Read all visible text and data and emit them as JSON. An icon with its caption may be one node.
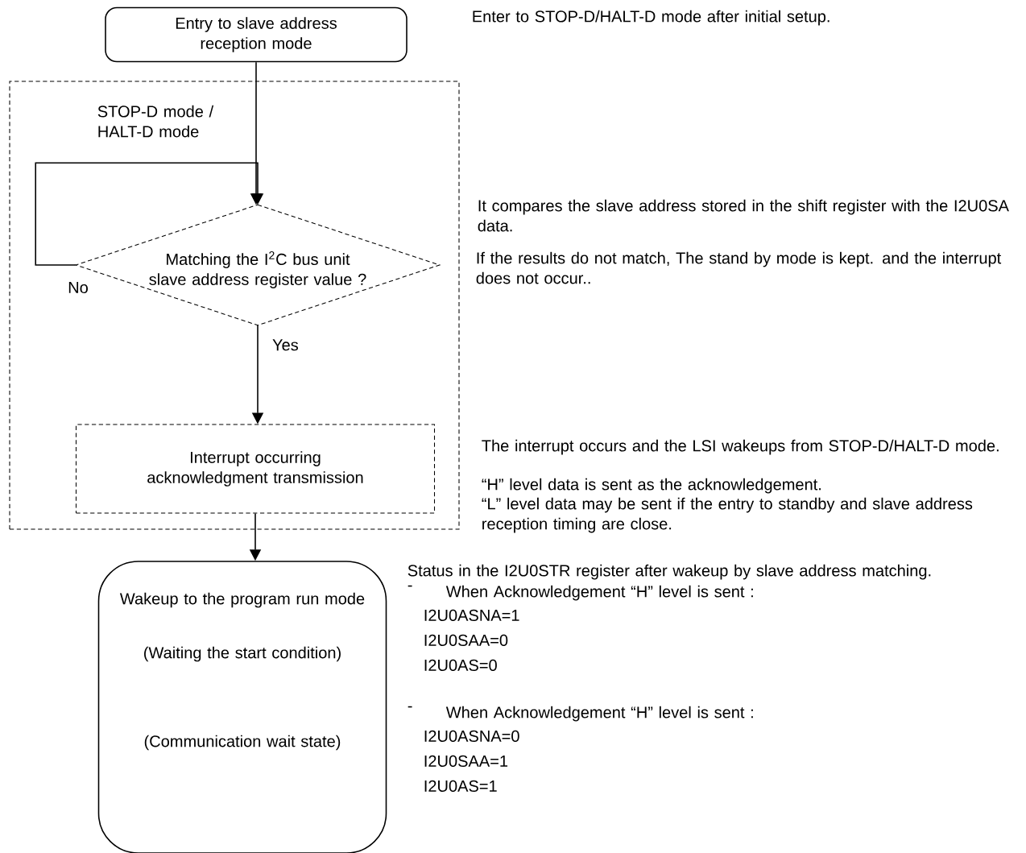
{
  "diagram": {
    "nodes": [
      {
        "text": [
          "Entry to slave address reception mode"
        ]
      },
      {
        "text": [
          "STOP-D mode / HALT-D mode"
        ]
      },
      {
        "text": [
          "Matching the I$^{2}$C bus unit slave address register value ?"
        ],
        "in": 1
      },
      {
        "text": [
          "Interrupt occurring acknowledgment transmission"
        ],
        "in": 1
      },
      {
        "text": [
          "Wakeup to the program run mode",
          "(Waiting the start condition)",
          "(Communication wait state)"
        ]
      }
    ],
    "edges": [
      {
        "from": 0,
        "to": 2,
        "arrow": "to"
      },
      {
        "from": 2,
        "to": 2,
        "arrow": "to",
        "label": "No"
      },
      {
        "from": 2,
        "to": 3,
        "arrow": "to",
        "label": "Yes"
      },
      {
        "from": 3,
        "to": 4,
        "arrow": "to"
      }
    ],
    "labels": [
      "Enter to STOP-D/HALT-D mode after initial setup.",
      "It compares the slave address stored in the shift register with the I2U0SA data.",
      "If the results do not match, The stand by mode is kept. and the interrupt does not occur..",
      "The interrupt occurs and the LSI wakeups from STOP-D/HALT-D mode.",
      "“H” level data is sent as the acknowledgement.",
      "“L” level data may be sent if the entry to standby and slave address reception timing are close.",
      "Status in the I2U0STR register after wakeup by slave address matching.",
      "-",
      "When Acknowledgement “H” level is sent :",
      "I2U0ASNA=1",
      "I2U0SAA=0",
      "I2U0AS=0",
      "-",
      "When Acknowledgement “H” level is sent :",
      "I2U0ASNA=0",
      "I2U0SAA=1",
      "I2U0AS=1"
    ]
  }
}
